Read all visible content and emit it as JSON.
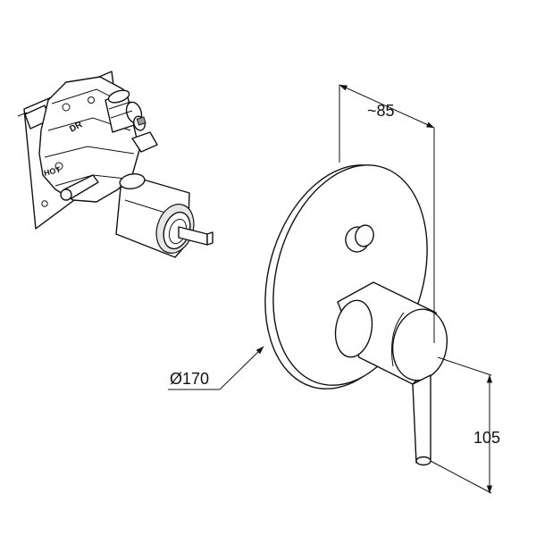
{
  "dimensions": {
    "depth_label": "~85",
    "diameter_label": "Ø170",
    "height_label": "105"
  },
  "body_markings": {
    "top": "DR",
    "side": "HOT"
  },
  "colors": {
    "line": "#111111",
    "background": "#ffffff",
    "shade": "#e6e6e6"
  }
}
